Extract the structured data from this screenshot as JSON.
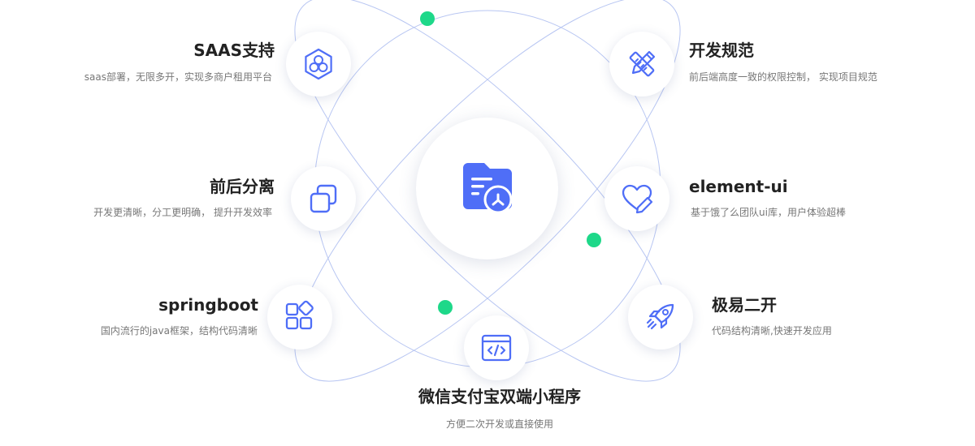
{
  "features": [
    {
      "title": "SAAS支持",
      "desc": "saas部署，无限多开，实现多商户租用平台",
      "icon": "hexagon-cluster-icon"
    },
    {
      "title": "开发规范",
      "desc": "前后端高度一致的权限控制， 实现项目规范",
      "icon": "pencil-ruler-icon"
    },
    {
      "title": "前后分离",
      "desc": "开发更清晰，分工更明确， 提升开发效率",
      "icon": "overlapping-squares-icon"
    },
    {
      "title": "element-ui",
      "desc": "基于饿了么团队ui库，用户体验超棒",
      "icon": "heart-pencil-icon"
    },
    {
      "title": "springboot",
      "desc": "国内流行的java框架，结构代码清晰",
      "icon": "grid-blocks-icon"
    },
    {
      "title": "极易二开",
      "desc": "代码结构清晰,快速开发应用",
      "icon": "rocket-icon"
    },
    {
      "title": "微信支付宝双端小程序",
      "desc": "方便二次开发或直接使用",
      "icon": "code-window-icon"
    }
  ],
  "center": {
    "icon": "folder-share-icon"
  },
  "colors": {
    "accent": "#4f6ef7",
    "orbit": "#b8c6f2",
    "dot": "#1ed889",
    "title": "#222222",
    "desc": "#777777"
  }
}
